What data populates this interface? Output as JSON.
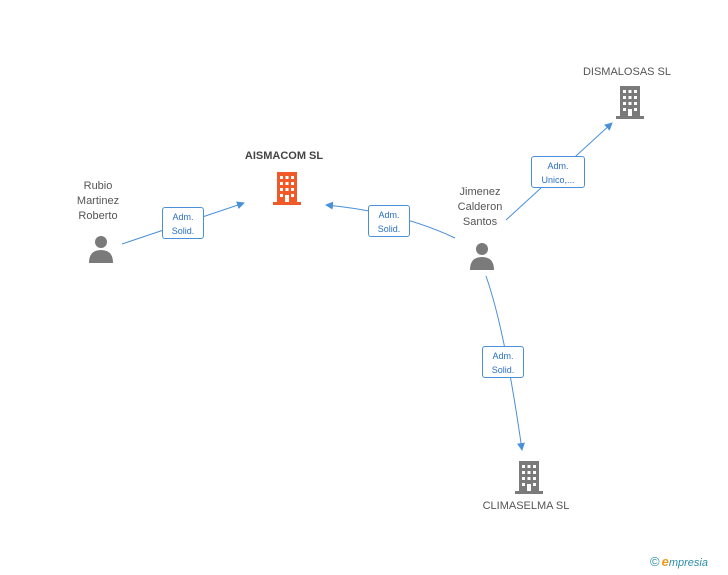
{
  "colors": {
    "edge": "#4a90d9",
    "main_company": "#ef5a28",
    "company": "#7a7a7a",
    "person": "#7a7a7a"
  },
  "nodes": {
    "aismacom": {
      "name": "AISMACOM SL",
      "icon": "building-icon"
    },
    "dismalosas": {
      "name": "DISMALOSAS SL",
      "icon": "building-icon"
    },
    "climaselma": {
      "name": "CLIMASELMA SL",
      "icon": "building-icon"
    },
    "rubio": {
      "line1": "Rubio",
      "line2": "Martinez",
      "line3": "Roberto",
      "icon": "person-icon"
    },
    "jimenez": {
      "line1": "Jimenez",
      "line2": "Calderon",
      "line3": "Santos",
      "icon": "person-icon"
    }
  },
  "edges": {
    "rubio_aismacom": {
      "line1": "Adm.",
      "line2": "Solid."
    },
    "jimenez_aismacom": {
      "line1": "Adm.",
      "line2": "Solid."
    },
    "jimenez_dismalosas": {
      "line1": "Adm.",
      "line2": "Unico,..."
    },
    "jimenez_climaselma": {
      "line1": "Adm.",
      "line2": "Solid."
    }
  },
  "brand": {
    "copyright": "©",
    "e": "e",
    "rest": "mpresia"
  }
}
